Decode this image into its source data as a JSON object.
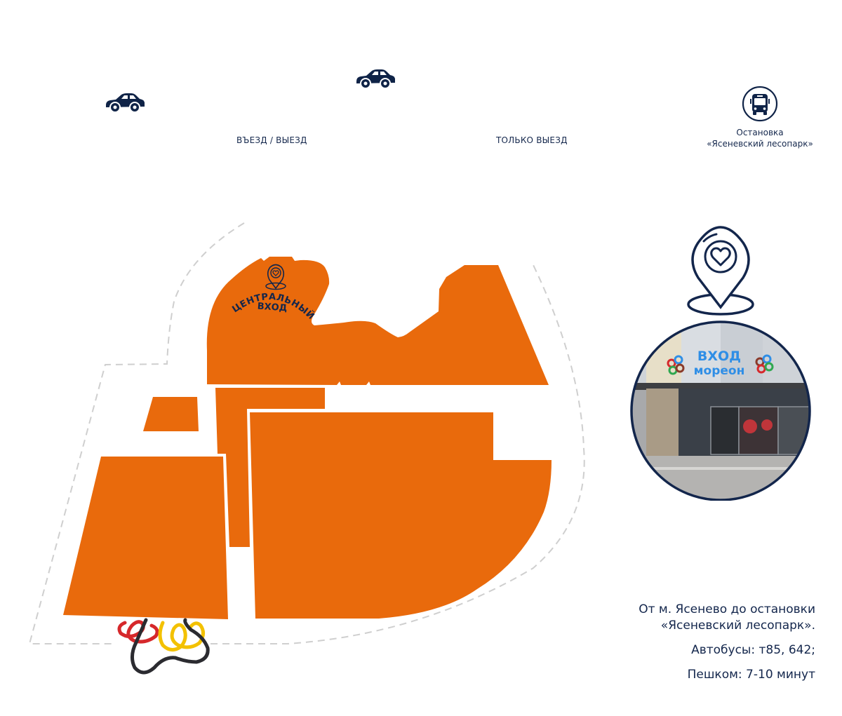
{
  "colors": {
    "building": "#e96a0c",
    "navy": "#13264c",
    "path": "#cfcfcf",
    "sign_blue": "#2f8ee6"
  },
  "markers": {
    "car_left": {
      "icon": "car-icon"
    },
    "car_top": {
      "icon": "car-icon"
    },
    "bus_stop": {
      "icon": "bus-icon"
    }
  },
  "labels": {
    "entry_exit": "ВЪЕЗД / ВЫЕЗД",
    "exit_only": "ТОЛЬКО ВЫЕЗД",
    "bus_stop_line1": "Остановка",
    "bus_stop_line2": "«Ясеневский лесопарк»"
  },
  "map": {
    "central_entrance_line1": "ЦЕНТРАЛЬНЫЙ",
    "central_entrance_line2": "ВХОД",
    "pin_icon": "heart-pin-icon",
    "logo": "moreon-logo"
  },
  "entrance_photo": {
    "sign_line1": "ВХОД",
    "sign_line2": "мореон",
    "pin_icon": "heart-pin-icon"
  },
  "directions": {
    "line1": "От м. Ясенево до остановки",
    "line2": "«Ясеневский лесопарк».",
    "buses": "Автобусы: т85, 642;",
    "walk": "Пешком: 7-10 минут"
  }
}
